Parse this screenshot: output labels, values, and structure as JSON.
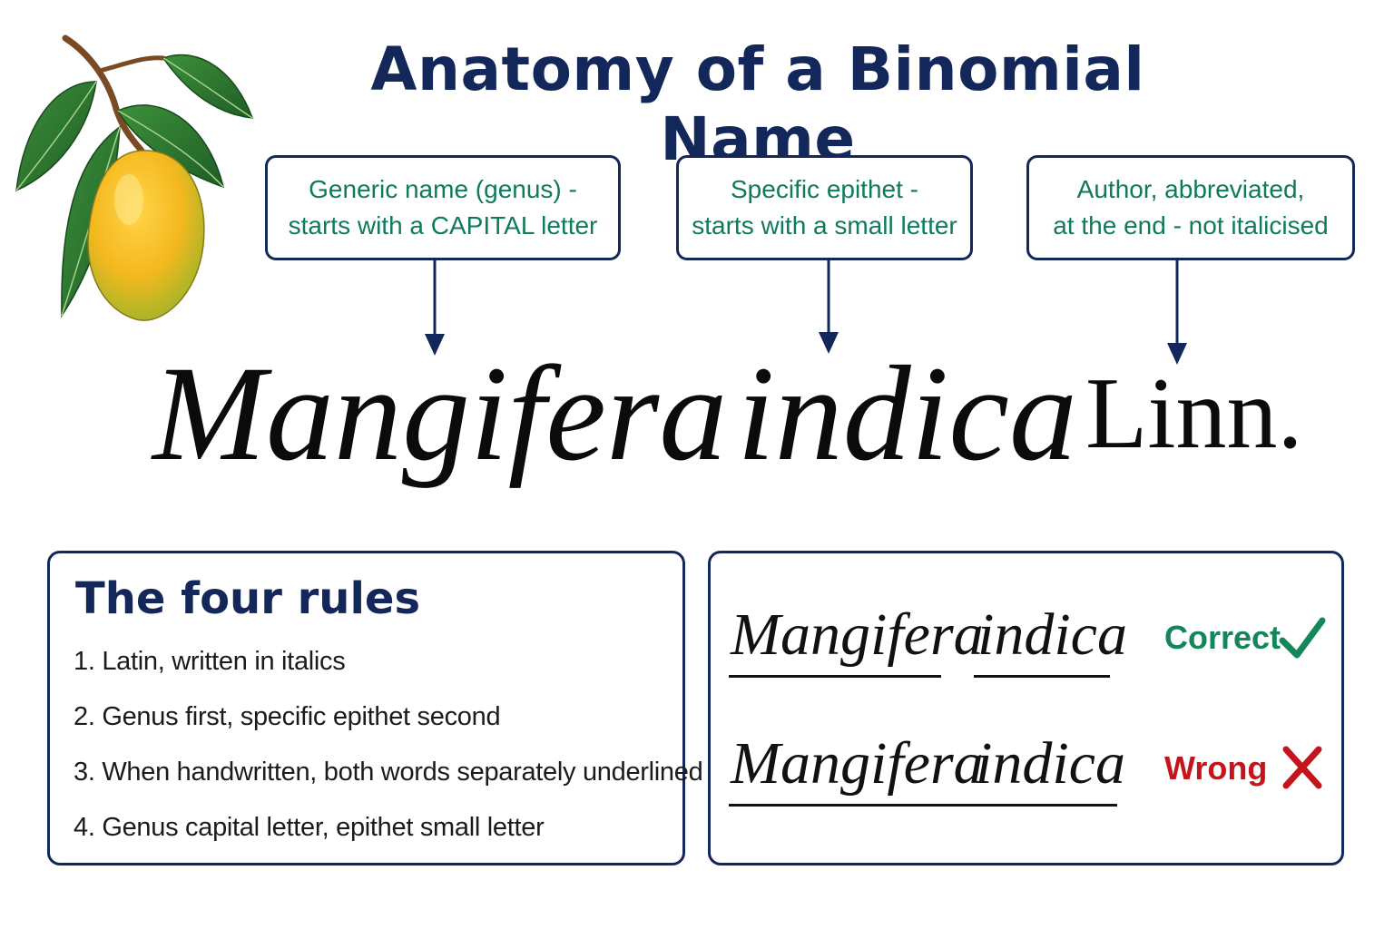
{
  "title": "Anatomy of a Binomial Name",
  "callouts": [
    {
      "line1": "Generic name (genus) -",
      "line2": "starts with a CAPITAL letter"
    },
    {
      "line1": "Specific epithet -",
      "line2": "starts with a small letter"
    },
    {
      "line1": "Author, abbreviated,",
      "line2": "at the end - not italicised"
    }
  ],
  "binomial": {
    "genus": "Mangifera",
    "epithet": "indica",
    "author": "Linn."
  },
  "rules": {
    "heading": "The four rules",
    "items": [
      "1. Latin, written in italics",
      "2. Genus first, specific epithet second",
      "3. When handwritten, both words separately underlined",
      "4. Genus capital letter, epithet small letter"
    ]
  },
  "examples": [
    {
      "genus": "Mangifera",
      "epithet": "indica",
      "verdict": "Correct",
      "icon": "check-icon",
      "color": "#14875a"
    },
    {
      "genus": "Mangifera",
      "epithet": "indica",
      "verdict": "Wrong",
      "icon": "cross-icon",
      "color": "#c4151c"
    }
  ],
  "colors": {
    "navy": "#14275a",
    "teal": "#0f7a5c",
    "correct": "#14875a",
    "wrong": "#c4151c"
  }
}
